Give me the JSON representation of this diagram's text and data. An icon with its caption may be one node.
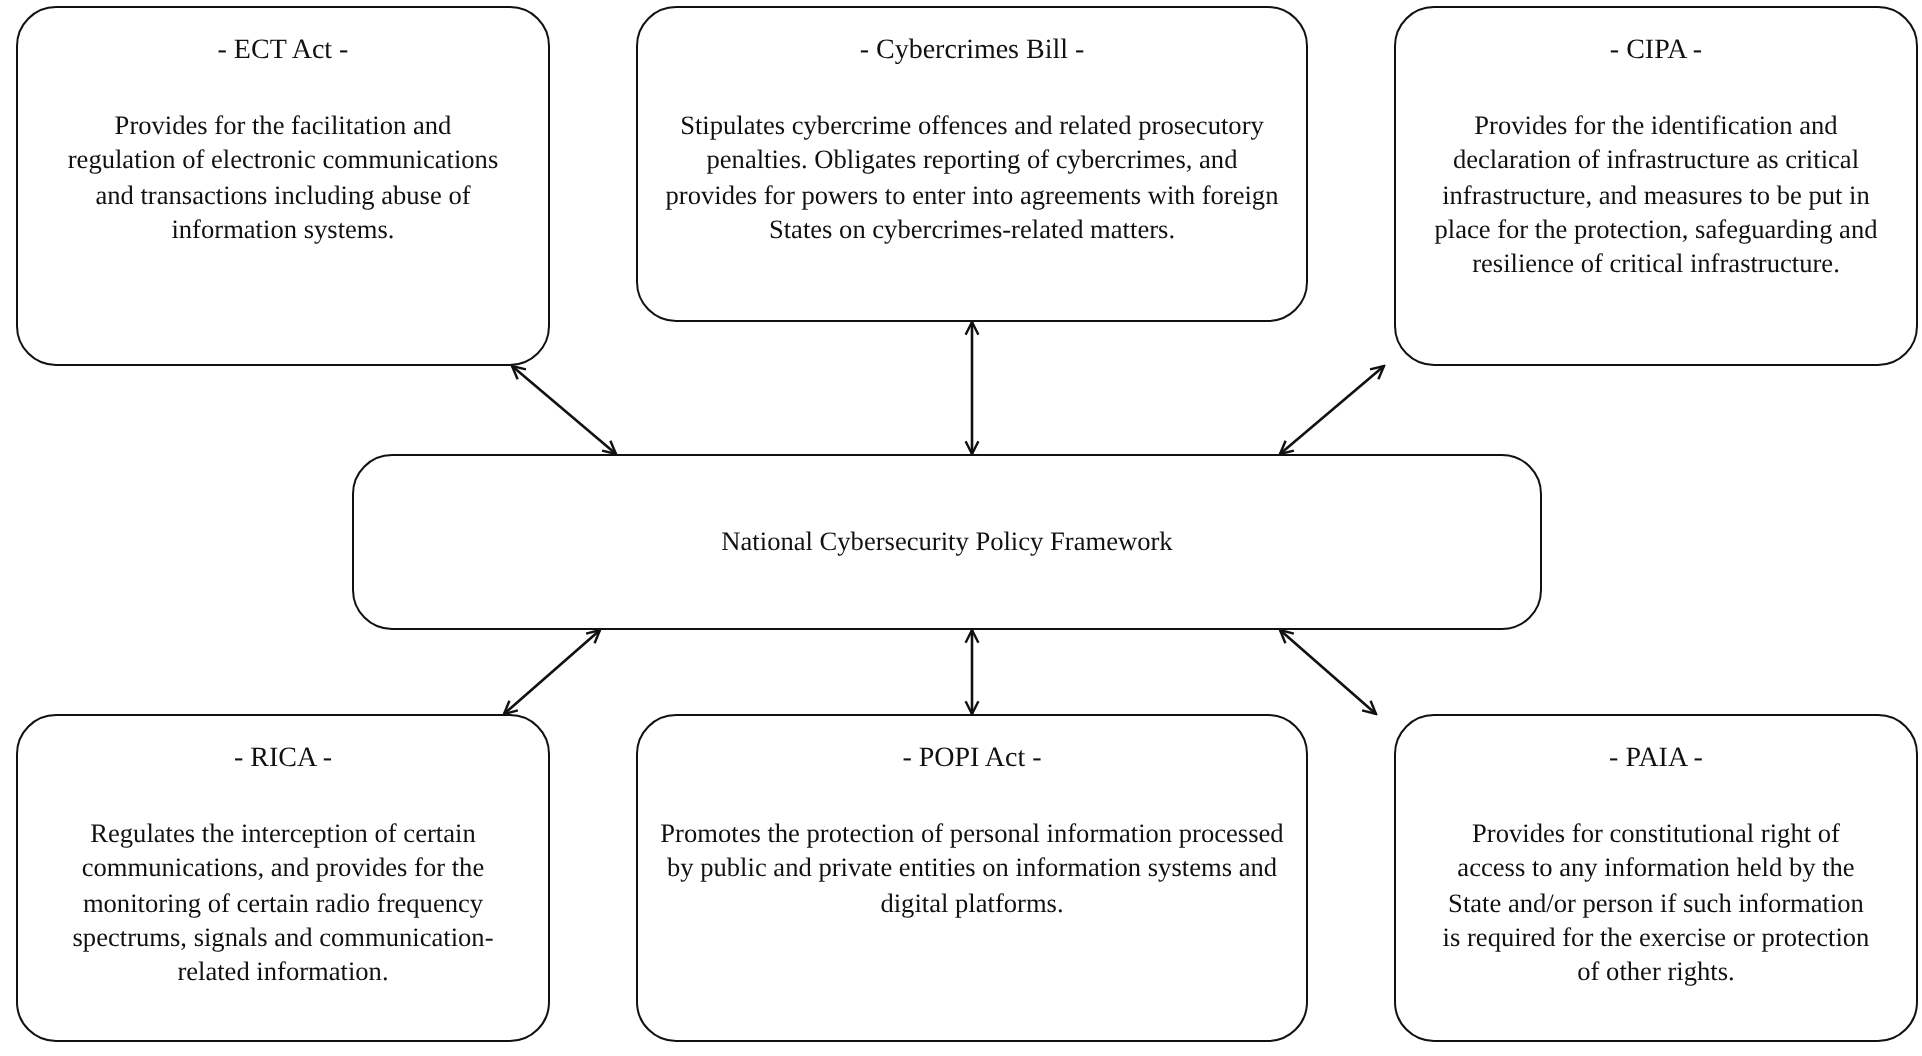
{
  "diagram": {
    "nodes": [
      {
        "text": [
          "- ECT Act -",
          "Provides for the facilitation and regulation of electronic communications and transactions including abuse of information systems."
        ]
      },
      {
        "text": [
          "- Cybercrimes Bill -",
          "Stipulates cybercrime offences and related prosecutory penalties. Obligates reporting of cybercrimes, and provides for powers to enter into agreements with foreign States on cybercrimes-related matters."
        ]
      },
      {
        "text": [
          "- CIPA -",
          "Provides for the identification and declaration of infrastructure as critical infrastructure, and measures to be put in place for the protection, safeguarding and resilience of critical infrastructure."
        ]
      },
      {
        "text": [
          "National Cybersecurity Policy Framework"
        ]
      },
      {
        "text": [
          "- RICA -",
          "Regulates the interception of certain communications, and provides for the monitoring of certain radio frequency spectrums, signals and communication-related information."
        ]
      },
      {
        "text": [
          "- POPI Act -",
          "Promotes the protection of personal information processed by public and private entities on information systems and digital platforms."
        ]
      },
      {
        "text": [
          "- PAIA -",
          "Provides for constitutional right of access to any information held by the State and/or person if such information is required for the exercise or protection of other rights."
        ]
      }
    ],
    "edges": [
      {
        "from": 0,
        "to": 3,
        "arrow": "both"
      },
      {
        "from": 1,
        "to": 3,
        "arrow": "both"
      },
      {
        "from": 2,
        "to": 3,
        "arrow": "both"
      },
      {
        "from": 4,
        "to": 3,
        "arrow": "both"
      },
      {
        "from": 5,
        "to": 3,
        "arrow": "both"
      },
      {
        "from": 6,
        "to": 3,
        "arrow": "both"
      }
    ]
  }
}
